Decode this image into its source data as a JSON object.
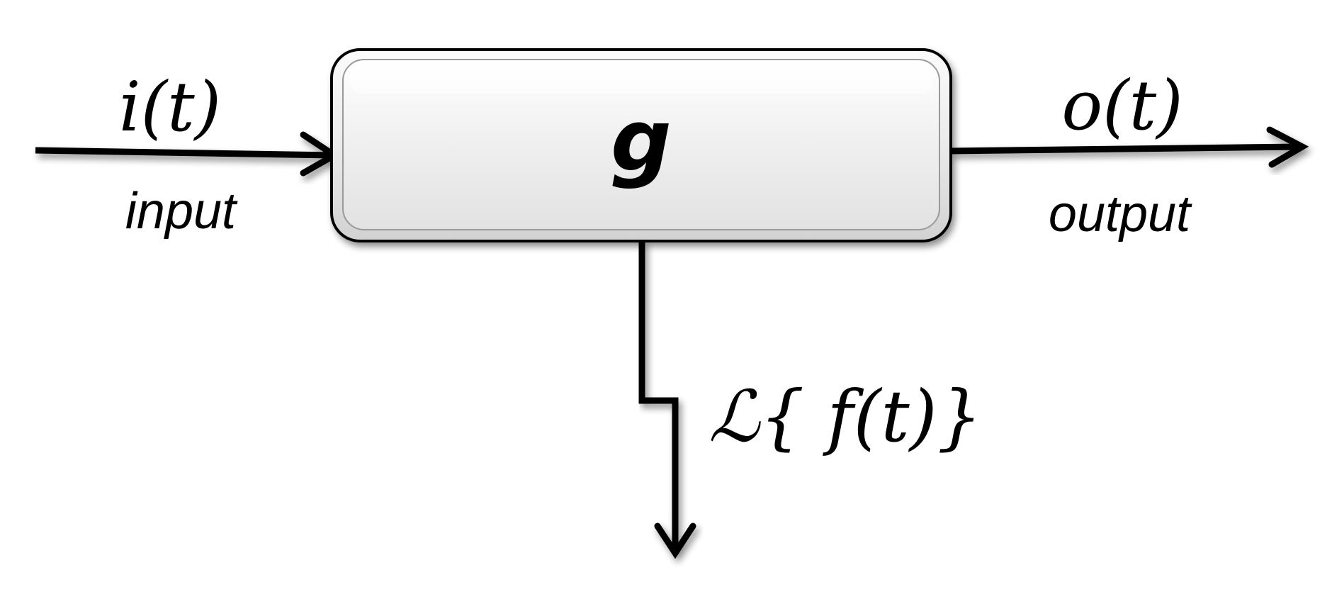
{
  "block": {
    "label": "g"
  },
  "input": {
    "signal": "i(t)",
    "caption": "input"
  },
  "output": {
    "signal": "o(t)",
    "caption": "output"
  },
  "parameter": {
    "signal": "ℒ{ f(t)}"
  },
  "colors": {
    "line": "#000000",
    "block_fill_top": "#f7f7f7",
    "block_fill_bottom": "#d6d6d6",
    "background": "#ffffff"
  }
}
